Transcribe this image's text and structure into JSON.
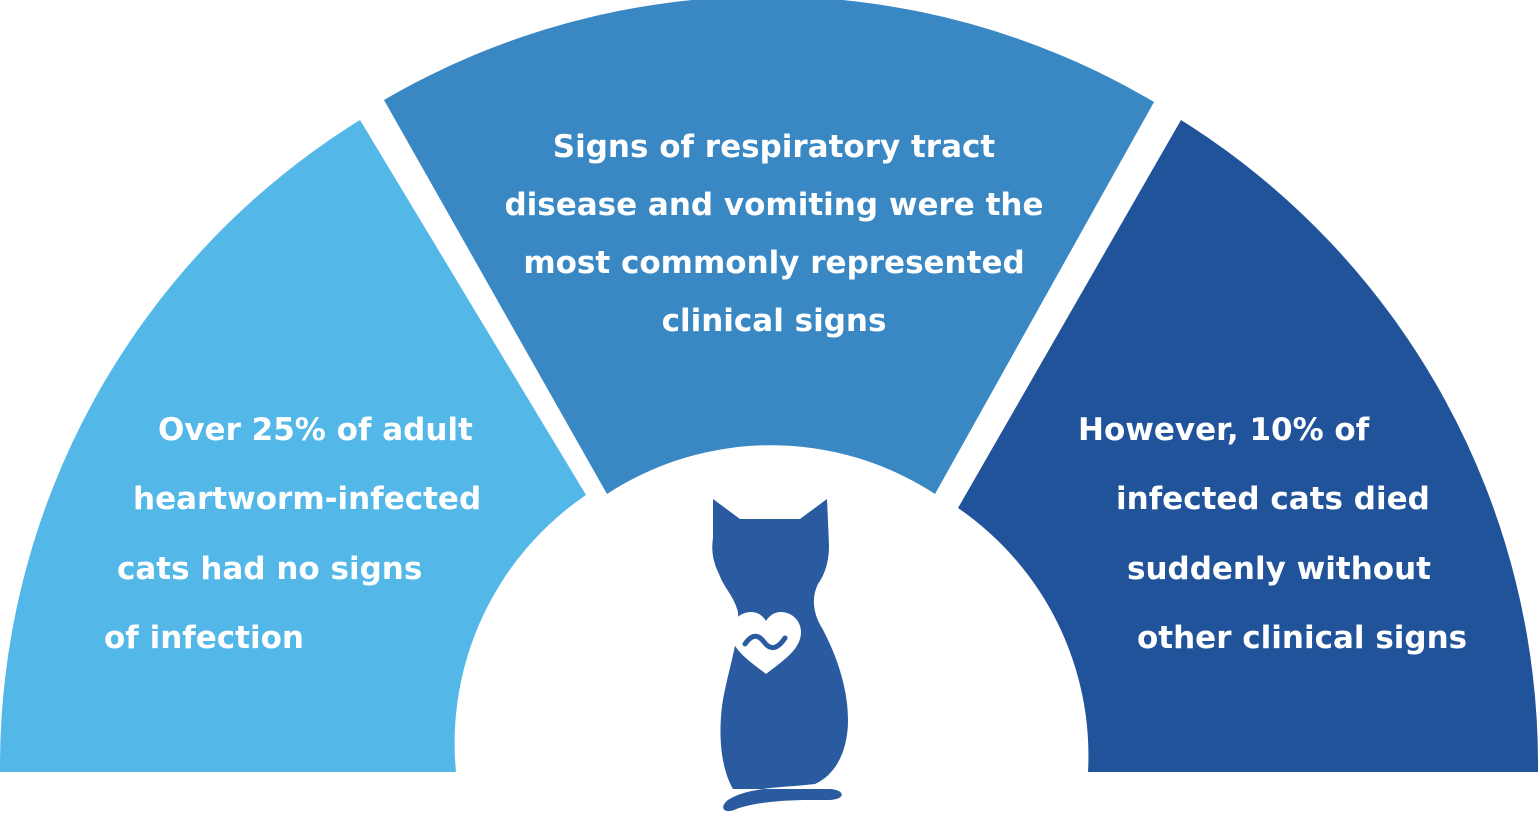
{
  "segments": {
    "left": {
      "lines": [
        "Over 25% of adult",
        "heartworm-infected",
        "cats had no signs",
        "of infection"
      ],
      "color": "#53b7e8"
    },
    "center": {
      "lines": [
        "Signs of respiratory tract",
        "disease and vomiting were the",
        "most commonly represented",
        "clinical signs"
      ],
      "color": "#3a88c3"
    },
    "right": {
      "lines": [
        "However, 10% of",
        "infected cats died",
        "suddenly without",
        "other clinical signs"
      ],
      "color": "#21539b"
    }
  },
  "center_icon": {
    "name": "cat-with-heart-icon",
    "color": "#2a5aa0",
    "heart_color": "#ffffff"
  }
}
